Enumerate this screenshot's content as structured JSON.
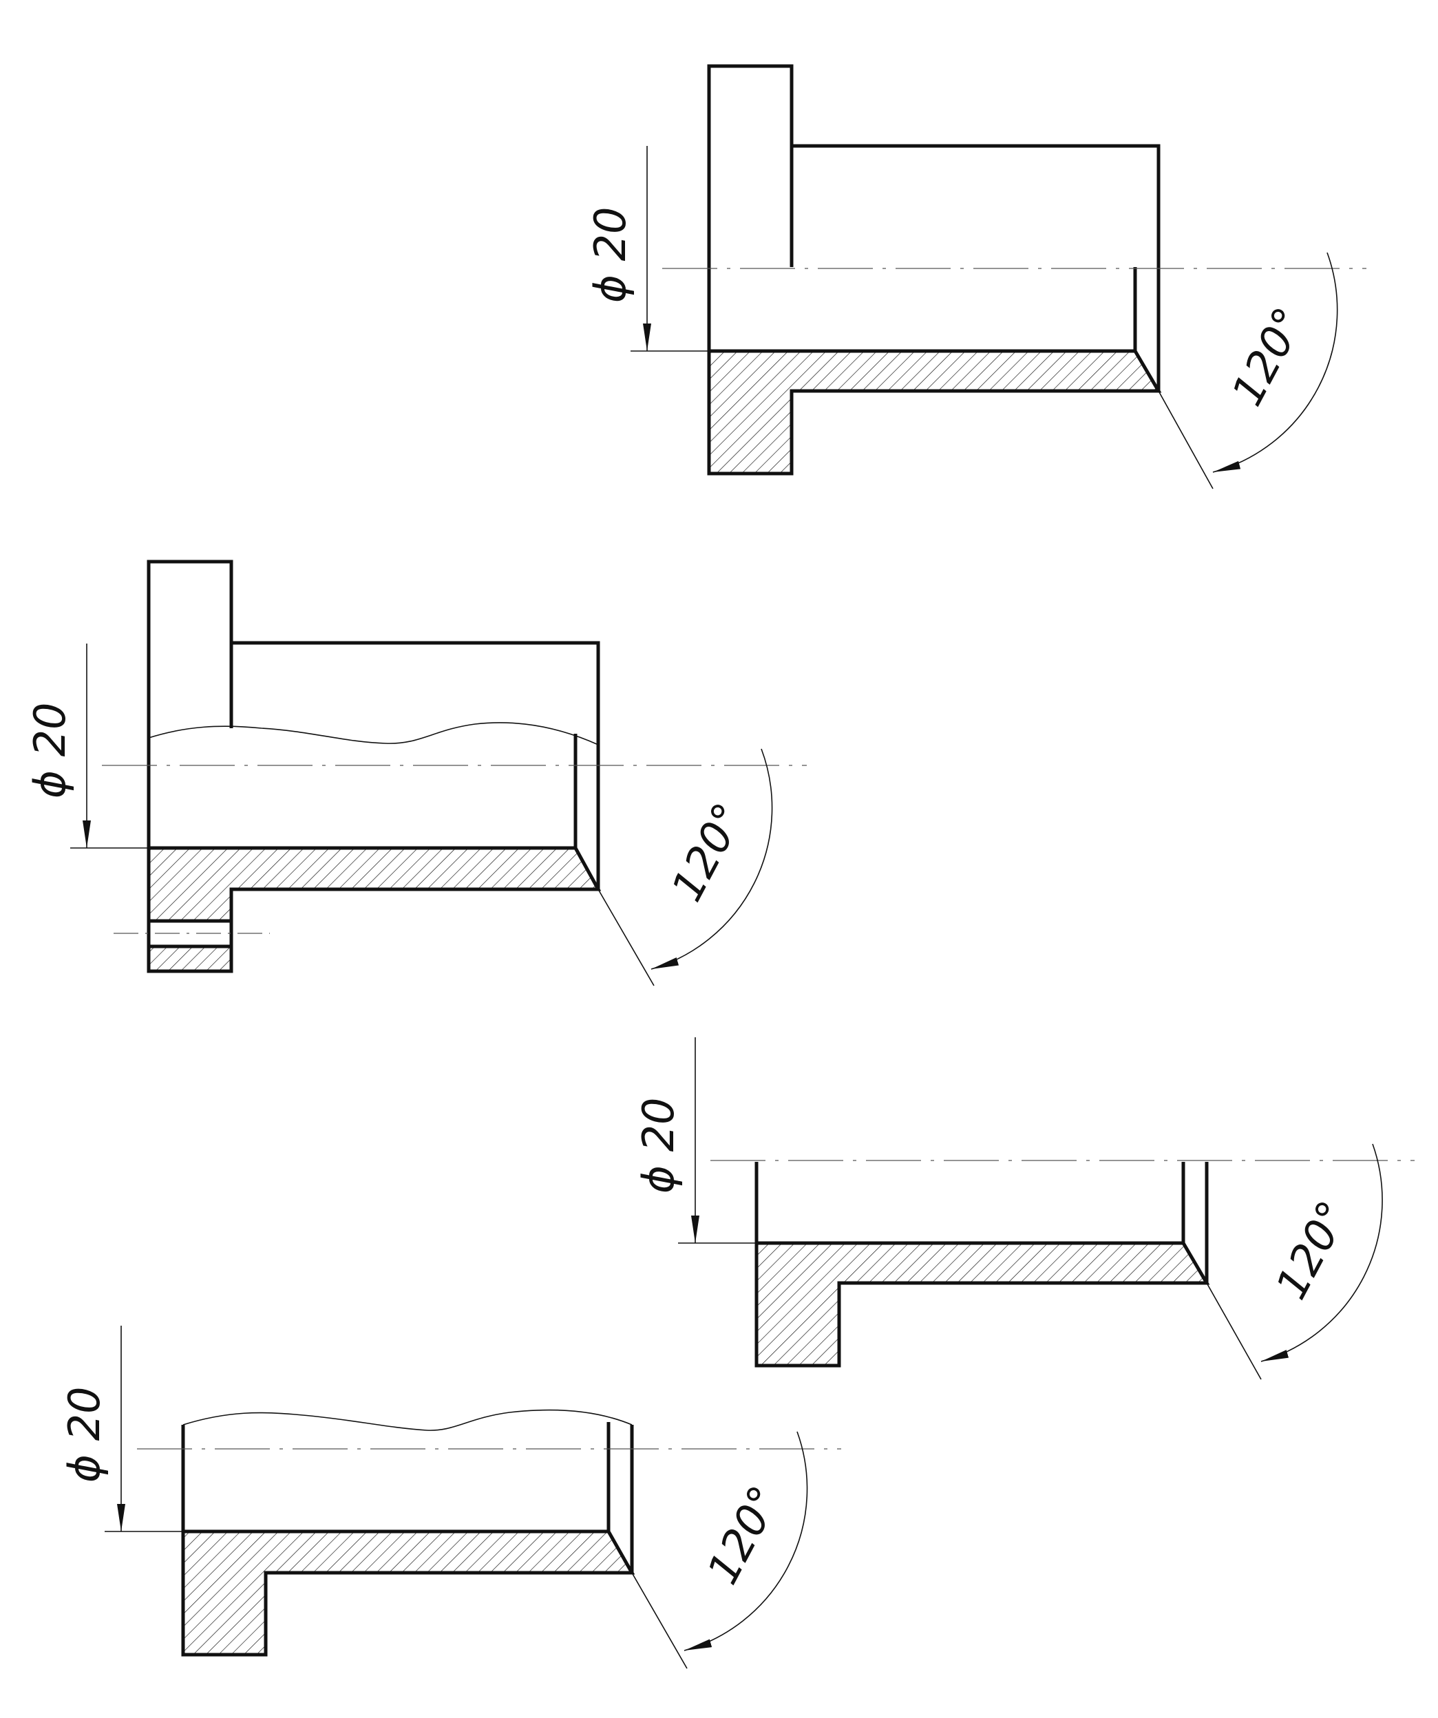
{
  "views": [
    {
      "id": "view-1",
      "diameter_label": "ϕ 20",
      "angle_label": "120°"
    },
    {
      "id": "view-2",
      "diameter_label": "ϕ 20",
      "angle_label": "120°"
    },
    {
      "id": "view-3",
      "diameter_label": "ϕ 20",
      "angle_label": "120°"
    },
    {
      "id": "view-4",
      "diameter_label": "ϕ 20",
      "angle_label": "120°"
    }
  ]
}
